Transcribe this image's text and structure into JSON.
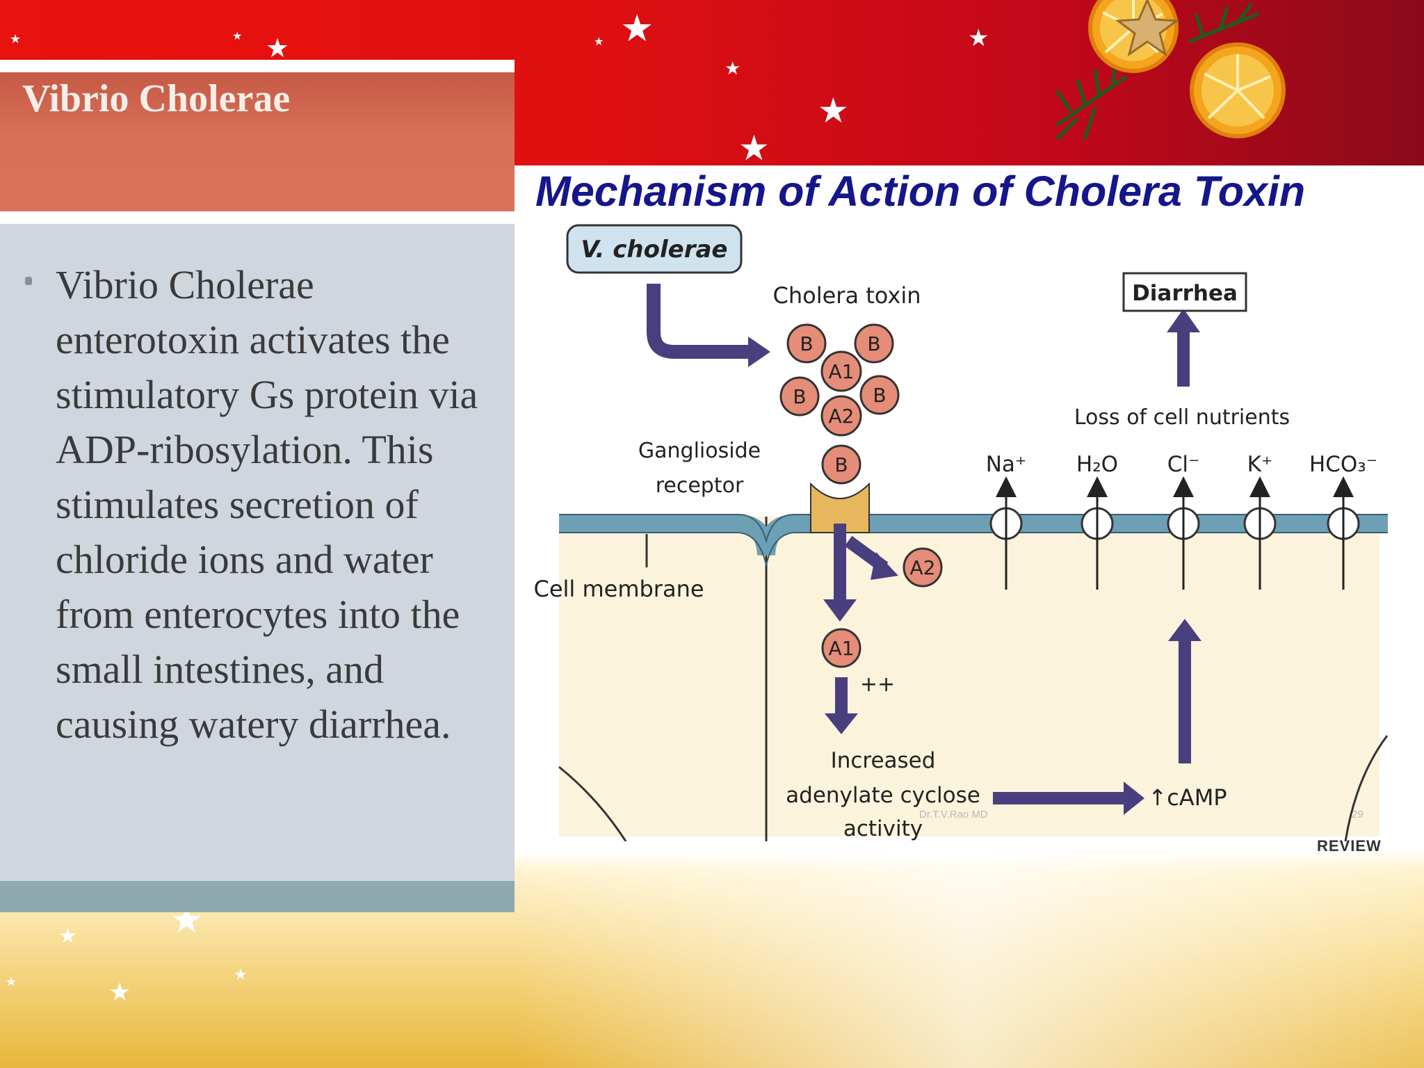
{
  "slide": {
    "left_title": "Vibrio Cholerae",
    "bullet": "Vibrio Cholerae enterotoxin activates the stimulatory Gs protein via ADP-ribosylation. This stimulates secretion of chloride ions and water from enterocytes into the small intestines, and causing watery diarrhea."
  },
  "figure": {
    "title": "Mechanism of Action of Cholera Toxin",
    "v_cholerae": "V. cholerae",
    "cholera_toxin": "Cholera toxin",
    "subunit_b": "B",
    "subunit_a1": "A1",
    "subunit_a2": "A2",
    "ganglioside": "Ganglioside",
    "receptor": "receptor",
    "cell_membrane": "Cell membrane",
    "plus_plus": "++",
    "increased": "Increased",
    "adenylate": "adenylate cyclose",
    "activity": "activity",
    "camp": "↑cAMP",
    "loss": "Loss of cell nutrients",
    "diarrhea": "Diarrhea",
    "ions": [
      "Na⁺",
      "H₂O",
      "Cl⁻",
      "K⁺",
      "HCO₃⁻"
    ],
    "watermark": "Dr.T.V.Rao MD",
    "page_number": "29",
    "review": "REVIEW"
  },
  "colors": {
    "top_red": "#e8120e",
    "header_coral": "#d86f57",
    "body_grey": "#cfd6de",
    "title_navy": "#15168a",
    "arrow_purple": "#4a3f7e",
    "membrane_blue": "#6d9fb5",
    "toxin_salmon": "#e58d78",
    "cell_cream": "#fbf3dc",
    "receptor_gold": "#e7b75d"
  }
}
